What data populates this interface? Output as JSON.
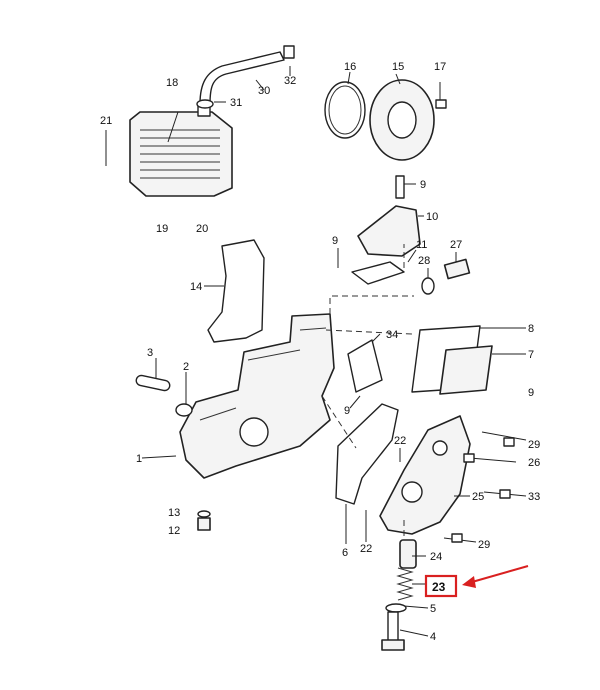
{
  "highlight": {
    "label": "23",
    "color": "#d92020"
  },
  "labels": {
    "p1": "1",
    "p2": "2",
    "p3": "3",
    "p4": "4",
    "p5": "5",
    "p6": "6",
    "p7": "7",
    "p8": "8",
    "p9a": "9",
    "p9b": "9",
    "p9c": "9",
    "p9d": "9",
    "p10": "10",
    "p11": "11",
    "p12": "12",
    "p13": "13",
    "p14": "14",
    "p15": "15",
    "p16": "16",
    "p17": "17",
    "p18": "18",
    "p19": "19",
    "p20": "20",
    "p21": "21",
    "p22a": "22",
    "p22b": "22",
    "p24": "24",
    "p25": "25",
    "p26": "26",
    "p27": "27",
    "p28": "28",
    "p29a": "29",
    "p29b": "29",
    "p30": "30",
    "p31": "31",
    "p32": "32",
    "p33": "33",
    "p34": "34"
  }
}
